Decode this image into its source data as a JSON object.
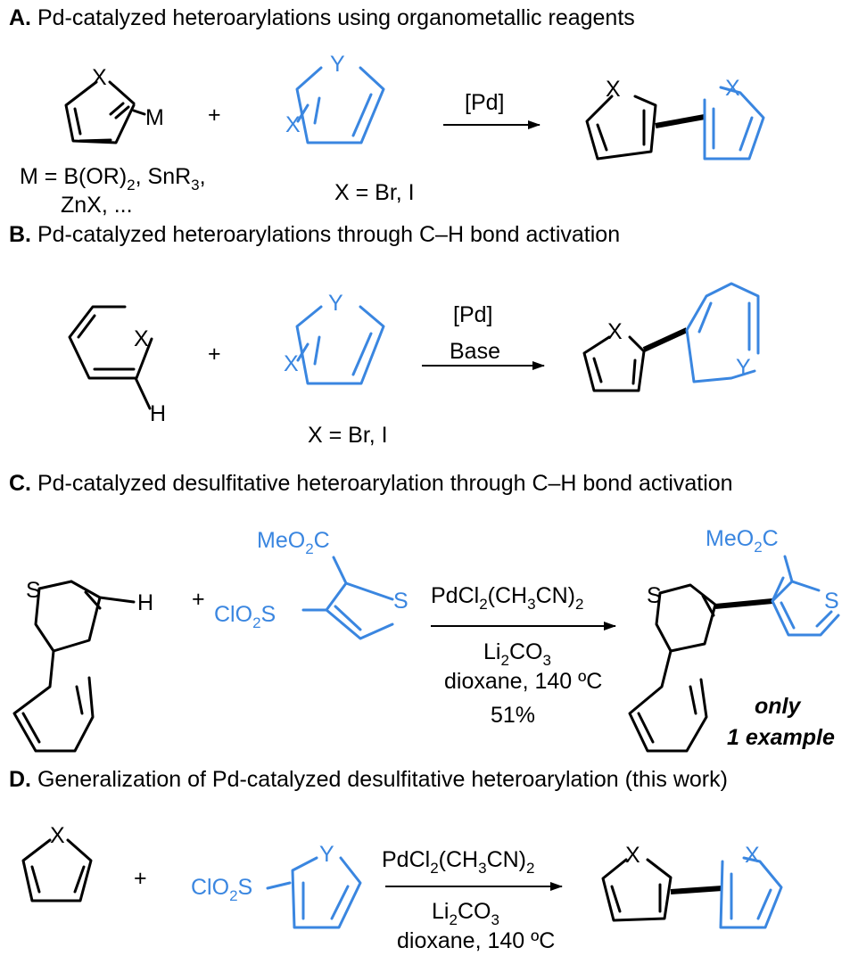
{
  "sections": {
    "A": {
      "letter": "A.",
      "title": "Pd-catalyzed heteroarylations using organometallic reagents"
    },
    "B": {
      "letter": "B.",
      "title": "Pd-catalyzed heteroarylations through C–H bond activation"
    },
    "C": {
      "letter": "C.",
      "title": "Pd-catalyzed desulfitative heteroarylation through C–H bond activation"
    },
    "D": {
      "letter": "D.",
      "title": "Generalization of Pd-catalyzed desulfitative heteroarylation (this work)"
    }
  },
  "atoms": {
    "X": "X",
    "Y": "Y",
    "M": "M",
    "H": "H",
    "S": "S",
    "plus": "+"
  },
  "schemeA": {
    "arrow_label": "[Pd]",
    "m_def_1": "M = B(OR)",
    "m_def_1_sub": "2",
    "m_def_2": ", SnR",
    "m_def_2_sub": "3",
    "m_def_3": ",",
    "m_def_line2": "ZnX, ...",
    "x_def": "X = Br, I"
  },
  "schemeB": {
    "arrow_label_1": "[Pd]",
    "arrow_label_2": "Base",
    "x_def": "X = Br, I"
  },
  "schemeC": {
    "ester_1": "MeO",
    "ester_sub": "2",
    "ester_2": "C",
    "sulfonyl_1": "ClO",
    "sulfonyl_sub": "2",
    "sulfonyl_2": "S",
    "reagent_1": "PdCl",
    "reagent_1_sub1": "2",
    "reagent_1_mid": "(CH",
    "reagent_1_sub2": "3",
    "reagent_1_end": "CN)",
    "reagent_1_sub3": "2",
    "base_1": "Li",
    "base_sub1": "2",
    "base_mid": "CO",
    "base_sub2": "3",
    "solvent": "dioxane, 140 ºC",
    "yield": "51%",
    "note_1": "only",
    "note_2": "1 example"
  },
  "schemeD": {
    "solvent": "dioxane, 140 ºC"
  },
  "colors": {
    "reagent_blue": "#3a86e0",
    "structure_black": "#000000"
  }
}
